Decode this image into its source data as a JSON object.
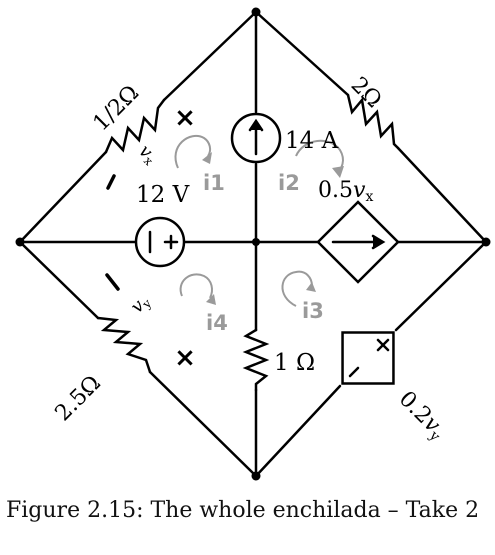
{
  "labels": {
    "r_half": "1/2Ω",
    "r_two": "2Ω",
    "r_two_half": "2.5Ω",
    "r_one": "1 Ω",
    "current_source": "14 A",
    "voltage_source": "12 V",
    "dep_current": "0.5",
    "dep_current_var": "v",
    "dep_current_sub": "x",
    "dep_voltage": "0.2",
    "dep_voltage_var": "v",
    "dep_voltage_sub": "y",
    "vx_var": "v",
    "vx_sub": "x",
    "vy_var": "v",
    "vy_sub": "y",
    "mesh1": "i1",
    "mesh2": "i2",
    "mesh3": "i3",
    "mesh4": "i4",
    "plus": "×",
    "minus": "–"
  },
  "colors": {
    "wire": "#000000",
    "mesh": "#9a9a9a"
  },
  "caption": "Figure 2.15: The whole enchilada – Take 2"
}
